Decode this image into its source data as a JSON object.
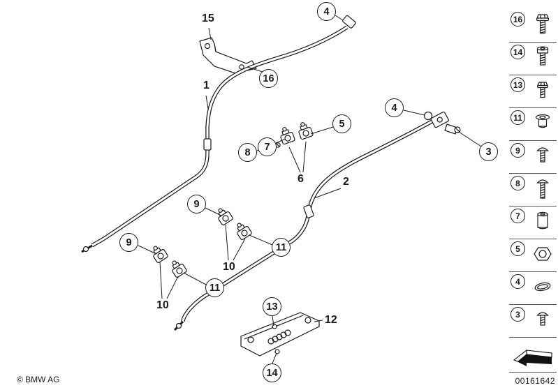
{
  "footer": {
    "copyright": "© BMW AG",
    "document_number": "00161642"
  },
  "colors": {
    "ink": "#1a1a1a",
    "background": "#ffffff"
  },
  "diagram": {
    "callouts": {
      "c15": "15",
      "c4_top": "4",
      "c16": "16",
      "c1": "1",
      "c5": "5",
      "c7": "7",
      "c8": "8",
      "c6": "6",
      "c4_right": "4",
      "c3": "3",
      "c2": "2",
      "c9_upper": "9",
      "c11_upper": "11",
      "c10_upper": "10",
      "c9_lower": "9",
      "c11_lower": "11",
      "c10_lower": "10",
      "c13": "13",
      "c12": "12",
      "c14": "14"
    }
  },
  "sidebar": {
    "items": [
      {
        "label": "16",
        "icon": "hex-flange-bolt-icon"
      },
      {
        "label": "14",
        "icon": "cylinder-head-screw-icon"
      },
      {
        "label": "13",
        "icon": "hex-flange-bolt-small-icon"
      },
      {
        "label": "11",
        "icon": "rubber-grommet-icon"
      },
      {
        "label": "9",
        "icon": "round-head-screw-icon"
      },
      {
        "label": "8",
        "icon": "round-head-screw-long-icon"
      },
      {
        "label": "7",
        "icon": "spacer-bushing-icon"
      },
      {
        "label": "5",
        "icon": "hex-nut-icon"
      },
      {
        "label": "4",
        "icon": "o-ring-icon"
      },
      {
        "label": "3",
        "icon": "round-head-screw-short-icon"
      }
    ]
  }
}
